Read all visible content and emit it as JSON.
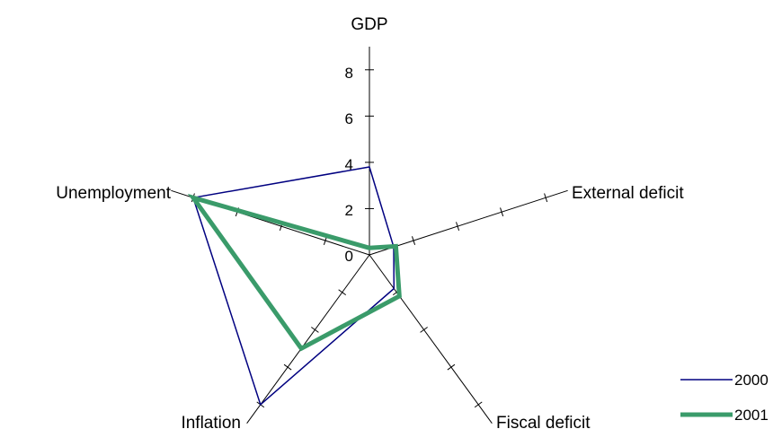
{
  "chart_data": {
    "type": "radar",
    "title": "",
    "axes": [
      "GDP",
      "External deficit",
      "Fiscal deficit",
      "Inflation",
      "Unemployment"
    ],
    "radial_range": [
      0,
      9
    ],
    "radial_ticks": [
      "0",
      "2",
      "4",
      "6",
      "8"
    ],
    "tick_values": [
      0,
      2,
      4,
      6,
      8
    ],
    "grid": false,
    "legend_position": "bottom-right",
    "series": [
      {
        "name": "2000",
        "values": [
          3.8,
          1.1,
          1.8,
          8.0,
          8.0
        ],
        "color": "#000080"
      },
      {
        "name": "2001",
        "values": [
          0.3,
          1.2,
          2.2,
          5.0,
          8.0
        ],
        "color": "#3a9b6a"
      }
    ]
  }
}
